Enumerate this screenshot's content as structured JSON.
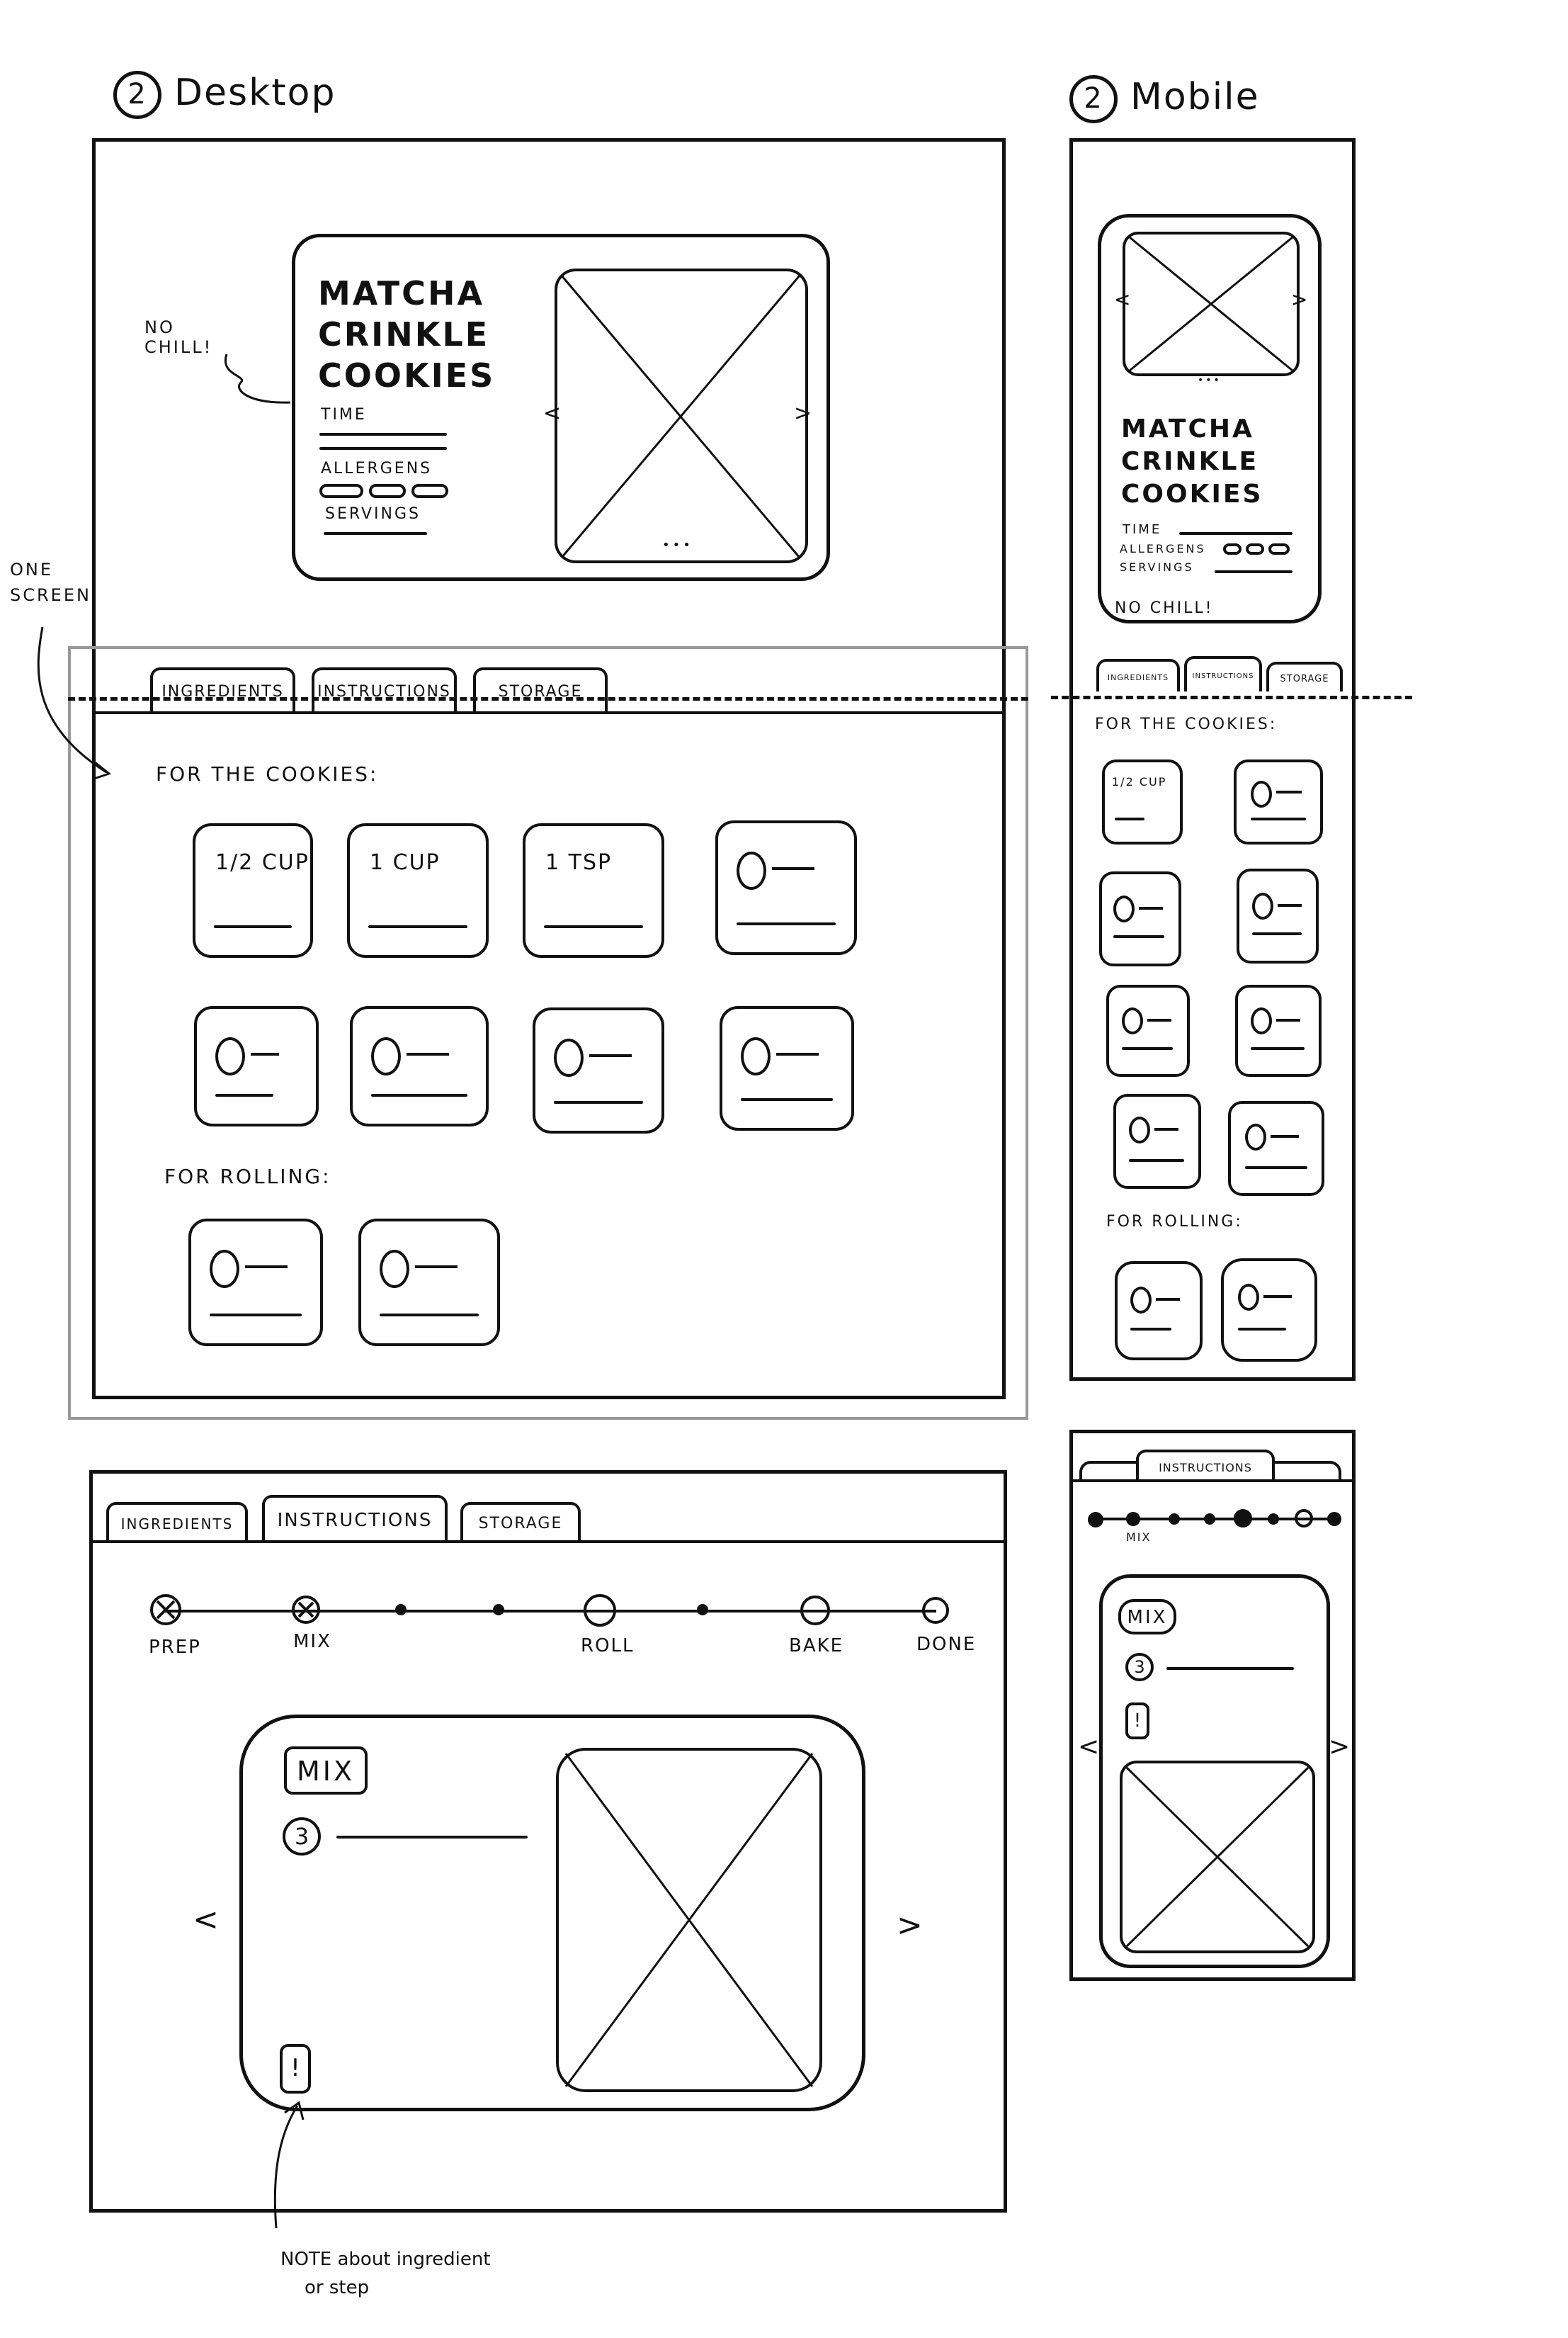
{
  "desktop": {
    "heading_num": "2",
    "heading_label": "Desktop",
    "recipe": {
      "title_line1": "MATCHA",
      "title_line2": "CRINKLE",
      "title_line3": "COOKIES",
      "time_label": "TIME",
      "allergens_label": "ALLERGENS",
      "servings_label": "SERVINGS",
      "prev": "<",
      "next": ">",
      "dots": "•••"
    },
    "note_no_chill": "No CHILL!",
    "note_one_screen": "one screen",
    "tabs": [
      "INGREDIENTS",
      "INSTRUCTIONS",
      "STORAGE"
    ],
    "section_cookies": "FOR THE COOKIES:",
    "section_rolling": "FOR ROLLING:",
    "ingredients_cookies": [
      {
        "qty": "1/2 CUP"
      },
      {
        "qty": "1 CUP"
      },
      {
        "qty": "1 TSP"
      },
      {
        "qty": ""
      },
      {
        "qty": ""
      },
      {
        "qty": ""
      },
      {
        "qty": ""
      },
      {
        "qty": ""
      }
    ],
    "instructions": {
      "tabs": [
        "INGREDIENTS",
        "INSTRUCTIONS",
        "STORAGE"
      ],
      "steps": [
        "PREP",
        "MIX",
        "ROLL",
        "BAKE",
        "DONE"
      ],
      "step_title": "MIX",
      "step_number": "3",
      "note_icon": "!",
      "prev": "<",
      "next": ">",
      "note_text_line1": "NOTE about ingredient",
      "note_text_line2": "or step"
    }
  },
  "mobile": {
    "heading_num": "2",
    "heading_label": "Mobile",
    "recipe": {
      "title_line1": "MATCHA",
      "title_line2": "CRINKLE",
      "title_line3": "COOKIES",
      "time_label": "TIME",
      "allergens_label": "ALLERGENS",
      "servings_label": "SERVINGS",
      "prev": "<",
      "next": ">",
      "dots": "•••"
    },
    "note_no_chill": "NO CHILL!",
    "tabs": [
      "INGREDIENTS",
      "INSTRUCTIONS",
      "STORAGE"
    ],
    "section_cookies": "FOR THE COOKIES:",
    "section_rolling": "FOR ROLLING:",
    "first_qty": "1/2 CUP",
    "instructions": {
      "tab": "INSTRUCTIONS",
      "step_active": "MIX",
      "step_title": "MIX",
      "step_number": "3",
      "note_icon": "!",
      "prev": "<",
      "next": ">"
    }
  }
}
